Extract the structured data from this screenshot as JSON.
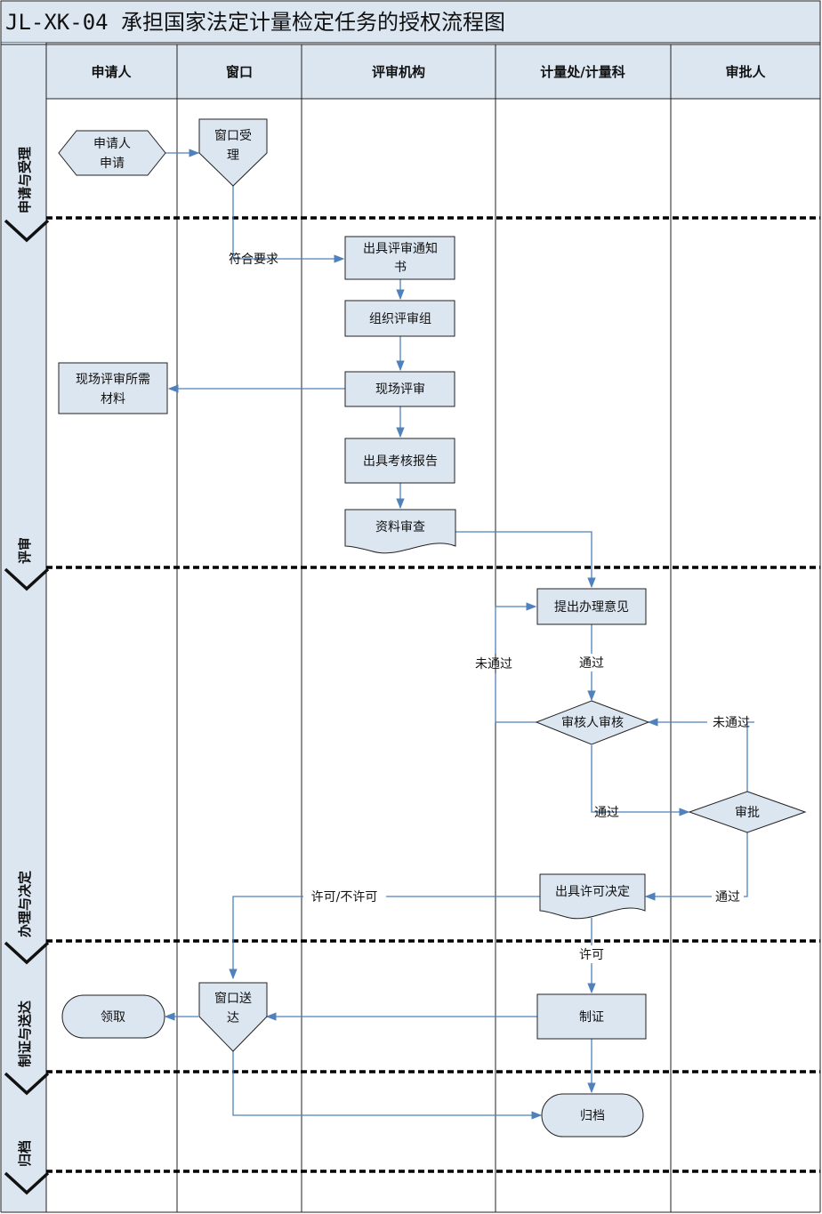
{
  "title": "JL-XK-04  承担国家法定计量检定任务的授权流程图",
  "lanes": [
    "申请人",
    "窗口",
    "评审机构",
    "计量处/计量科",
    "审批人"
  ],
  "phases": [
    "申请与受理",
    "评审",
    "办理与决定",
    "制证与送达",
    "归档"
  ],
  "nodes": {
    "apply": [
      "申请人",
      "申请"
    ],
    "accept": [
      "窗口受",
      "理"
    ],
    "notice": [
      "出具评审通知",
      "书"
    ],
    "team": [
      "组织评审组"
    ],
    "materials": [
      "现场评审所需",
      "材料"
    ],
    "onsite": [
      "现场评审"
    ],
    "report": [
      "出具考核报告"
    ],
    "review_docs": [
      "资料审查"
    ],
    "opinion": [
      "提出办理意见"
    ],
    "audit": [
      "审核人审核"
    ],
    "approve": [
      "审批"
    ],
    "decision": [
      "出具许可决定"
    ],
    "certificate": [
      "制证"
    ],
    "deliver": [
      "窗口送",
      "达"
    ],
    "collect": [
      "领取"
    ],
    "archive": [
      "归档"
    ]
  },
  "edge_labels": {
    "meets": "符合要求",
    "fail_left": "未通过",
    "pass_1": "通过",
    "fail_right": "未通过",
    "pass_2": "通过",
    "pass_3": "通过",
    "permit_or_not": "许可/不许可",
    "permit": "许可"
  },
  "colors": {
    "shape_fill": "#dce6f1",
    "arrow": "#4f81bd",
    "phase_bg": "#dce6f1",
    "header_bg": "#dce6f1"
  }
}
